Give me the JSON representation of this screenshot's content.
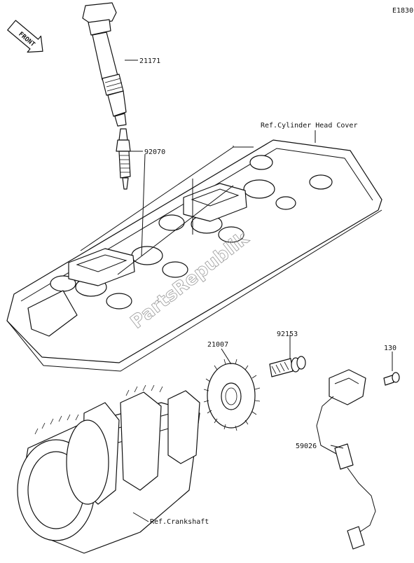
{
  "diagram_id": "E1830",
  "front_label": "FRONT",
  "parts": [
    {
      "number": "21171"
    },
    {
      "number": "92070"
    },
    {
      "number": "21007"
    },
    {
      "number": "92153"
    },
    {
      "number": "130"
    },
    {
      "number": "59026"
    }
  ],
  "references": [
    {
      "text": "Ref.Cylinder Head Cover"
    },
    {
      "text": "Ref.Crankshaft"
    }
  ],
  "watermark": "PartsRepublik"
}
